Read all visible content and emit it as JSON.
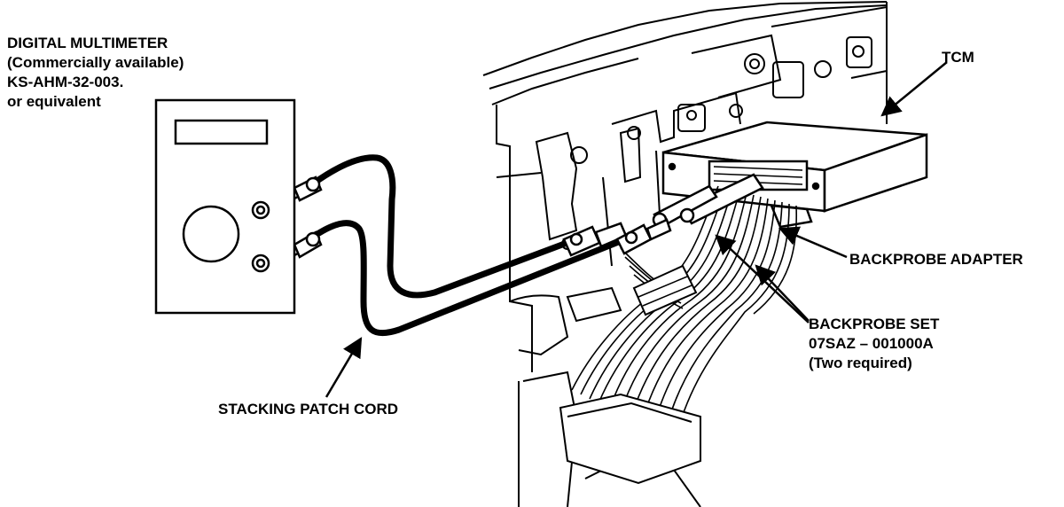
{
  "labels": {
    "multimeter": {
      "line1": "DIGITAL MULTIMETER",
      "line2": "(Commercially available)",
      "line3": "KS-AHM-32-003.",
      "line4": "or equivalent"
    },
    "tcm": "TCM",
    "backprobe_adapter": "BACKPROBE ADAPTER",
    "backprobe_set": {
      "line1": "BACKPROBE SET",
      "line2": "07SAZ – 001000A",
      "line3": "(Two required)"
    },
    "patch_cord": "STACKING PATCH CORD"
  },
  "colors": {
    "ink": "#000000",
    "paper": "#ffffff"
  }
}
